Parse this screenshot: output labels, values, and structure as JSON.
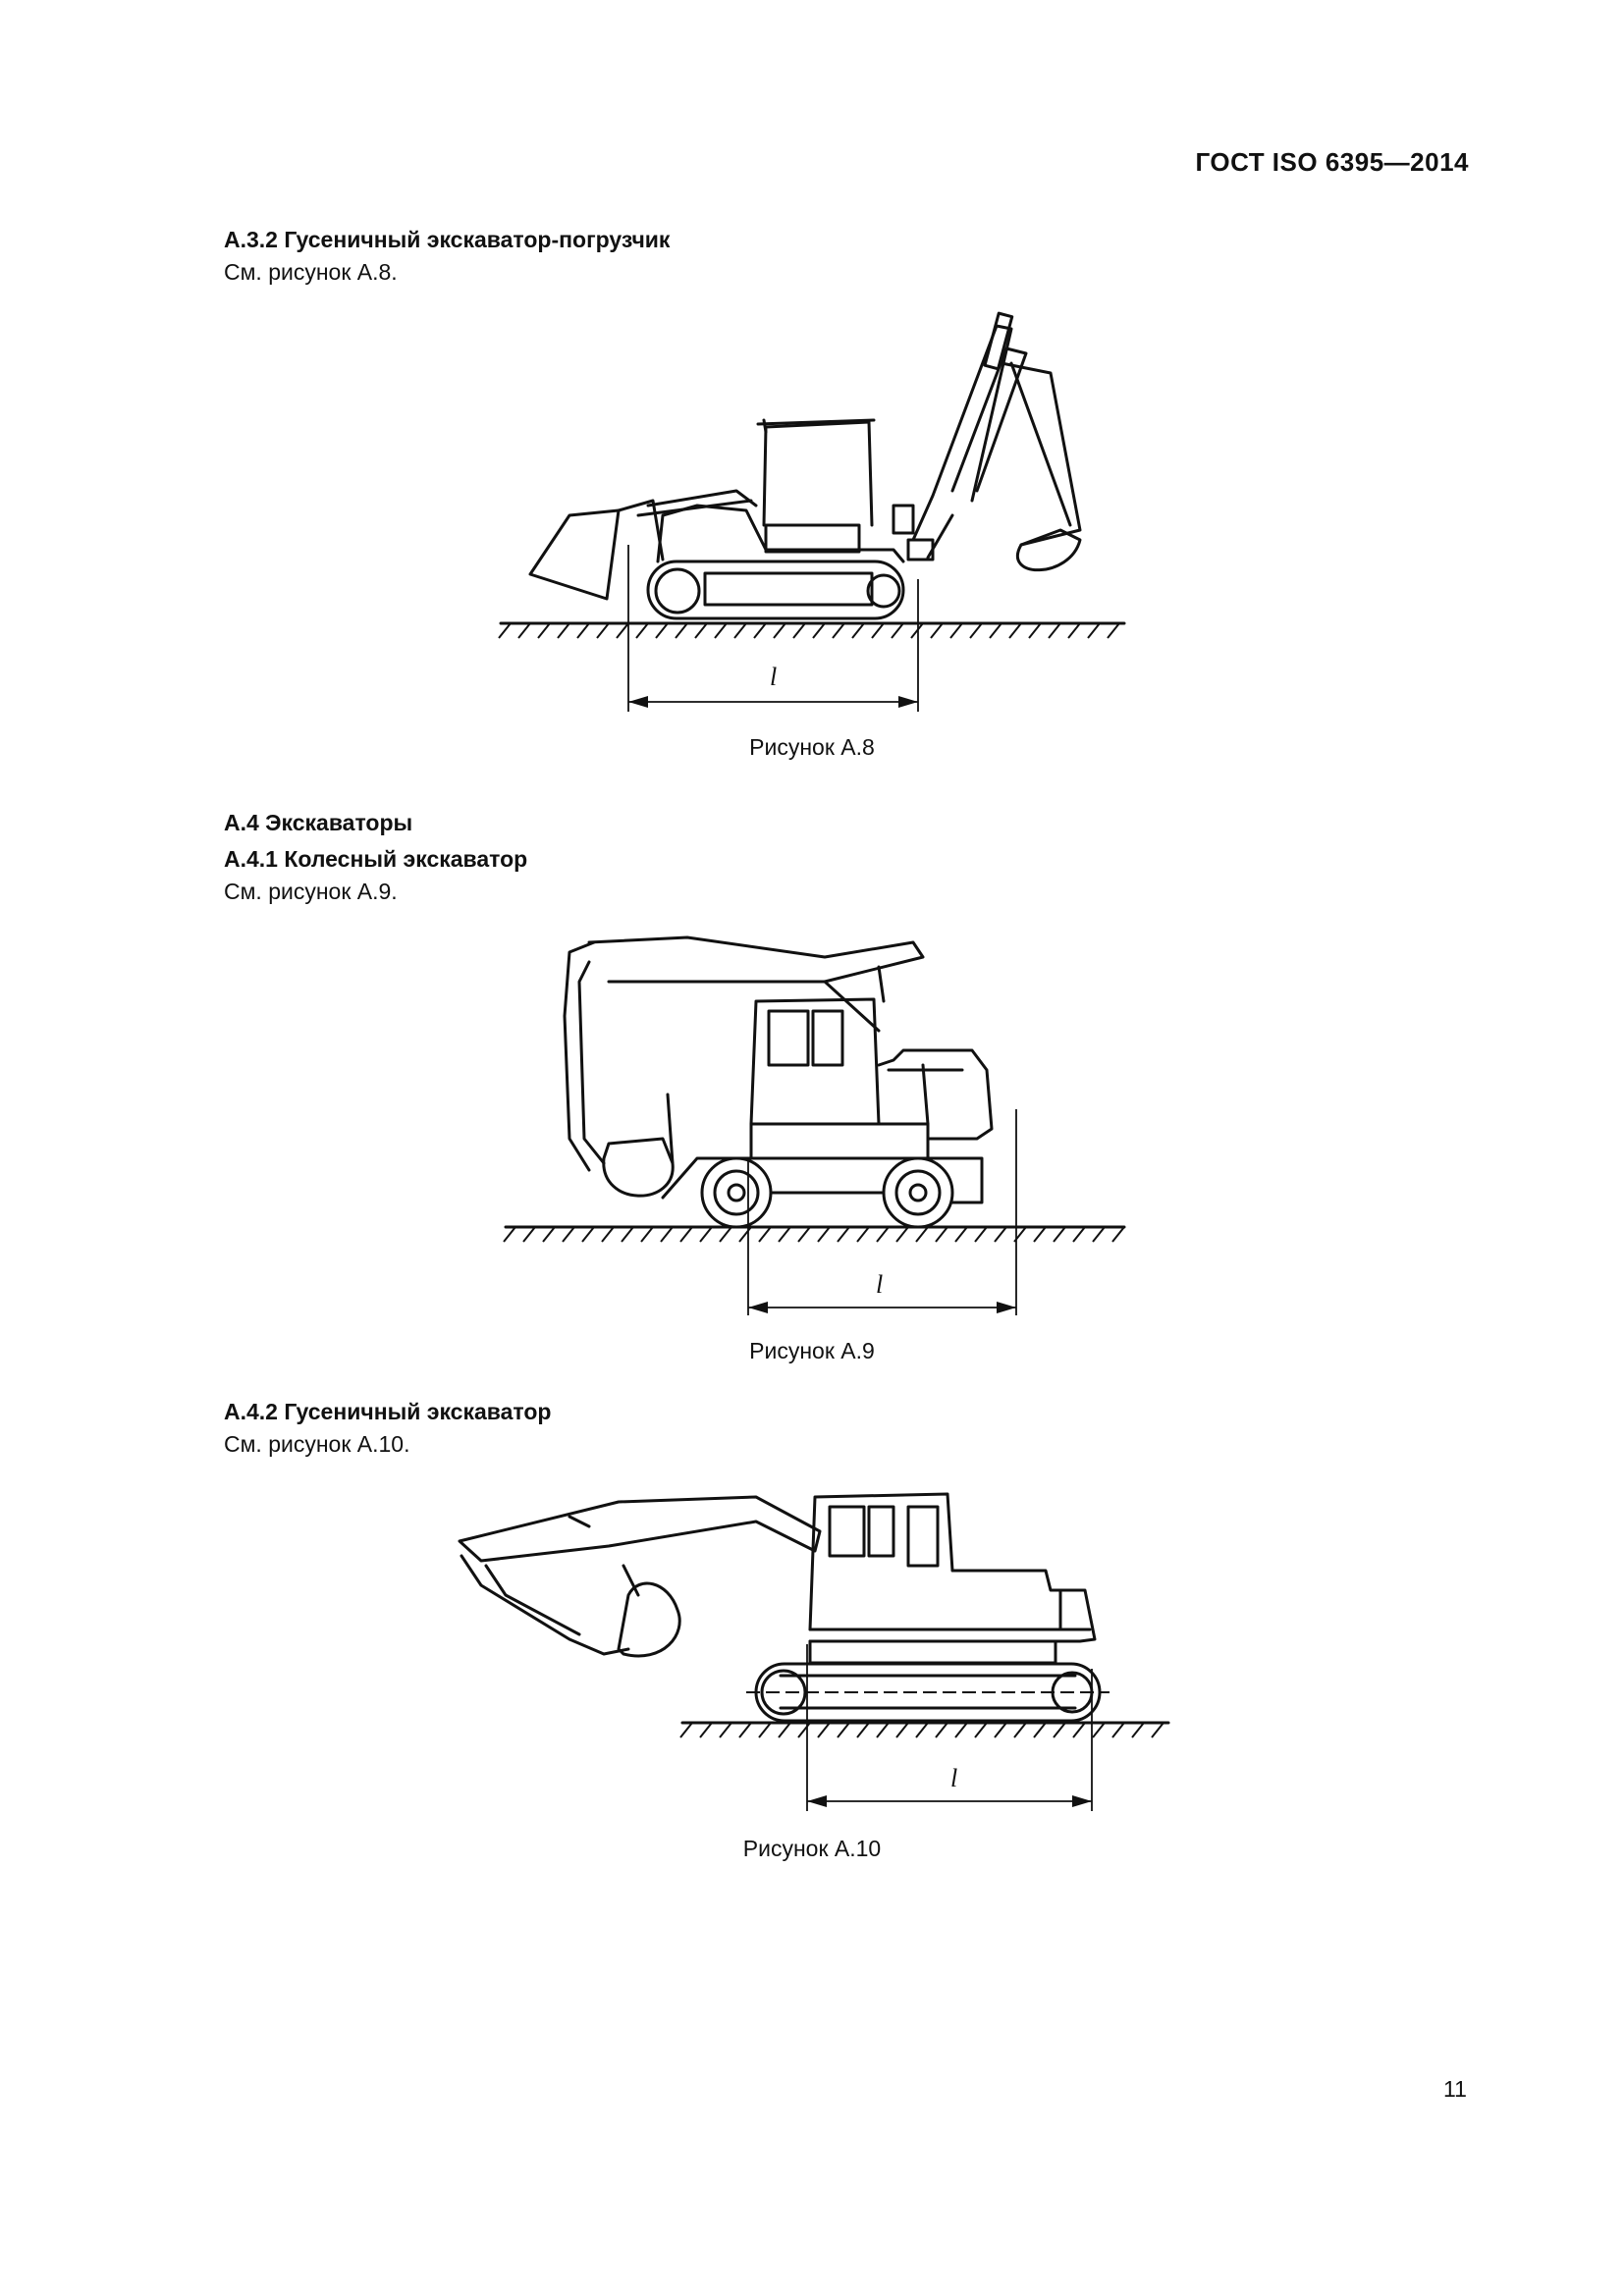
{
  "header": {
    "doc_id": "ГОСТ  ISO 6395—2014"
  },
  "sections": [
    {
      "heading": "А.3.2  Гусеничный экскаватор-погрузчик",
      "see": "См. рисунок А.8.",
      "caption": "Рисунок А.8",
      "dim_label": "l"
    },
    {
      "heading": "А.4  Экскаваторы"
    },
    {
      "heading": "А.4.1  Колесный экскаватор",
      "see": "См. рисунок А.9.",
      "caption": "Рисунок А.9",
      "dim_label": "l"
    },
    {
      "heading": "А.4.2  Гусеничный экскаватор",
      "see": "См. рисунок А.10.",
      "caption": "Рисунок А.10",
      "dim_label": "l"
    }
  ],
  "page_number": "11"
}
